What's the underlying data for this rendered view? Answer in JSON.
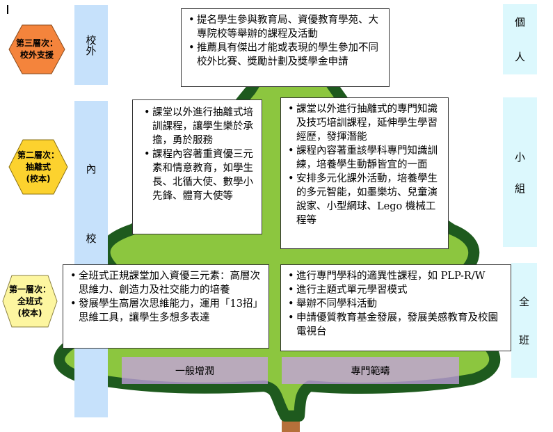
{
  "levels": [
    {
      "title": "第三層次：",
      "sub": "校外支援",
      "extra": ""
    },
    {
      "title": "第二層次：",
      "sub": "抽離式",
      "extra": "(校本)"
    },
    {
      "title": "第一層次：",
      "sub": "全班式",
      "extra": "(校本)"
    }
  ],
  "left_column": {
    "outside": "校外",
    "inside_1": "內",
    "inside_2": "校"
  },
  "right_column": {
    "individual_1": "個",
    "individual_2": "人",
    "group_1": "小",
    "group_2": "組",
    "class_1": "全",
    "class_2": "班"
  },
  "boxes": {
    "top": [
      "提名學生參與教育局、資優教育學苑、大專院校等舉辦的課程及活動",
      "推薦具有傑出才能或表現的學生參加不同校外比賽、獎勵計劃及獎學金申請"
    ],
    "mid_left": [
      "課堂以外進行抽離式培訓課程，讓學生樂於承擔，勇於服務",
      "課程內容著重資優三元素和情意教育，如學生長、北循大使、數學小先鋒、體育大使等"
    ],
    "mid_right": [
      "課堂以外進行抽離式的專門知識及技巧培訓課程，延伸學生學習經歷，發揮潛能",
      "課程內容著重該學科專門知識訓練，培養學生動靜皆宜的一面",
      "安排多元化課外活動，培養學生的多元智能，如墨樂坊、兒童演說家、小型網球、Lego 機械工程等"
    ],
    "bottom_left": [
      "全班式正規課堂加入資優三元素：高層次思維力、創造力及社交能力的培養",
      "發展學生高層次思維能力，運用「13招」思維工具，讓學生多想多表達"
    ],
    "bottom_right": [
      "進行專門學科的適異性課程，如 PLP-R/W",
      "進行主題式單元學習模式",
      "舉辦不同學科活動",
      "申請優質教育基金發展，發展美感教育及校園電視台"
    ]
  },
  "bands": {
    "general": "一般增潤",
    "specialized": "專門範疇"
  },
  "colors": {
    "level3": "#f4843c",
    "level2": "#fcd22e",
    "level1": "#fdf6a0",
    "tree_light": "#8cc63f",
    "tree_dark": "#1e5a1e",
    "trunk": "#b5703a"
  }
}
